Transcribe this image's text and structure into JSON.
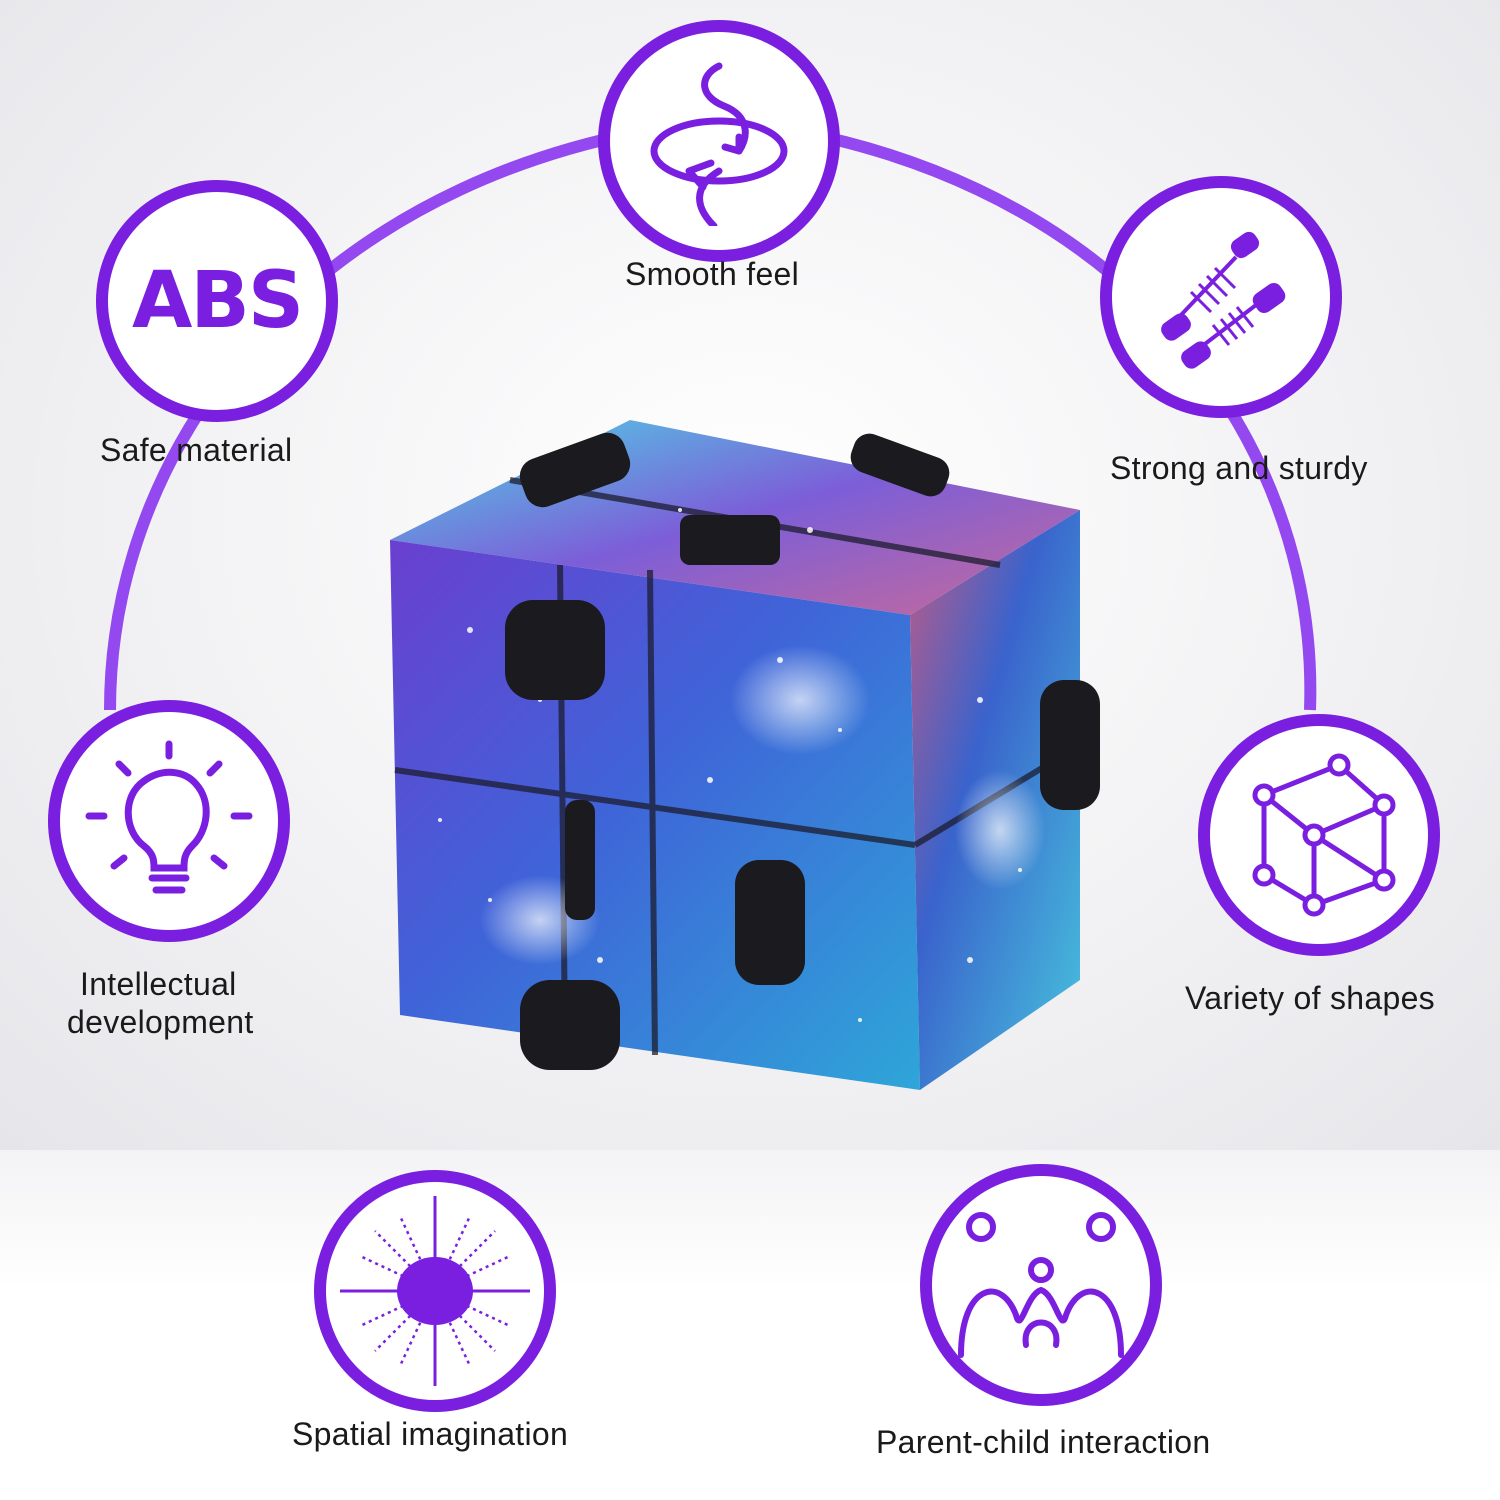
{
  "features": {
    "smooth": {
      "label": "Smooth feel",
      "icon": "rotate-arrows-icon"
    },
    "safe": {
      "label": "Safe material",
      "badge": "ABS",
      "icon": "abs-badge-icon"
    },
    "strong": {
      "label": "Strong and sturdy",
      "icon": "spring-tools-icon"
    },
    "intellectual": {
      "line1": "Intellectual",
      "line2": "development",
      "icon": "lightbulb-icon"
    },
    "variety": {
      "label": "Variety of shapes",
      "icon": "cube-network-icon"
    },
    "spatial": {
      "label": "Spatial imagination",
      "icon": "brain-burst-icon"
    },
    "parent": {
      "label": "Parent-child interaction",
      "icon": "family-icon"
    }
  },
  "colors": {
    "accent": "#7a1fe0",
    "text": "#1a1a1a"
  },
  "product": {
    "name": "galaxy-infinity-cube"
  }
}
